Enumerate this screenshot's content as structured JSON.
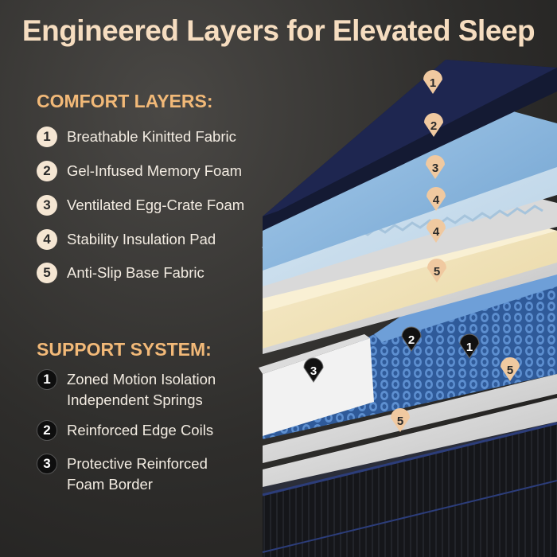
{
  "title": "Engineered Layers for Elevated Sleep",
  "comfort": {
    "heading": "COMFORT LAYERS:",
    "items": [
      {
        "num": "1",
        "label": "Breathable Kinitted Fabric"
      },
      {
        "num": "2",
        "label": "Gel-Infused Memory Foam"
      },
      {
        "num": "3",
        "label": "Ventilated Egg-Crate Foam"
      },
      {
        "num": "4",
        "label": "Stability Insulation Pad"
      },
      {
        "num": "5",
        "label": "Anti-Slip Base Fabric"
      }
    ]
  },
  "support": {
    "heading": "SUPPORT SYSTEM:",
    "items": [
      {
        "num": "1",
        "line1": "Zoned Motion Isolation",
        "line2": "Independent Springs"
      },
      {
        "num": "2",
        "line1": "Reinforced Edge Coils",
        "line2": ""
      },
      {
        "num": "3",
        "line1": "Protective Reinforced",
        "line2": "Foam Border"
      }
    ]
  },
  "diagram_pins": {
    "light": [
      "1",
      "2",
      "3",
      "4",
      "4",
      "5",
      "5",
      "5"
    ],
    "dark": [
      "2",
      "1",
      "3"
    ]
  },
  "colors": {
    "title": "#f6ddc0",
    "heading": "#f2b978",
    "pin_light": "#f0c9a0",
    "top_fabric": "#1c2240",
    "memory_foam": "#8fb9de",
    "egg_crate": "#c9dfef",
    "insulation_pad": "#f1e4bb",
    "base_fabric": "#d7d7d7",
    "springs": "#3f6db0",
    "mattress_body": "#15161a"
  }
}
